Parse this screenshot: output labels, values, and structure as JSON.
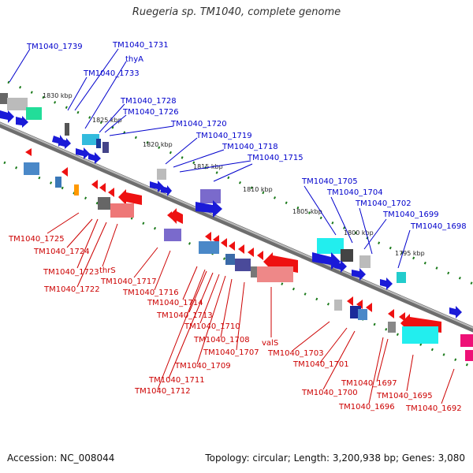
{
  "title": "Ruegeria sp. TM1040, complete genome",
  "accession": "Accession: NC_008044",
  "summary": "Topology: circular; Length: 3,200,938 bp; Genes: 3,080",
  "colors": {
    "top_labels": "#0000cc",
    "bottom_labels": "#cc0000",
    "backbone": "#888888",
    "ticks": "#1a7a1a"
  },
  "scale_labels": [
    "1830 kbp",
    "1825 kbp",
    "1820 kbp",
    "1815 kbp",
    "1810 kbp",
    "1805 kbp",
    "1800 kbp",
    "1795 kbp"
  ],
  "top_labels": [
    "TM1040_1739",
    "TM1040_1731",
    "thyA",
    "TM1040_1733",
    "TM1040_1728",
    "TM1040_1726",
    "TM1040_1720",
    "TM1040_1719",
    "TM1040_1718",
    "TM1040_1715",
    "TM1040_1705",
    "TM1040_1704",
    "TM1040_1702",
    "TM1040_1699",
    "TM1040_1698"
  ],
  "bottom_labels": [
    "TM1040_1725",
    "TM1040_1724",
    "TM1040_1723",
    "thrS",
    "TM1040_1722",
    "TM1040_1717",
    "TM1040_1716",
    "TM1040_1714",
    "TM1040_1713",
    "TM1040_1710",
    "TM1040_1708",
    "TM1040_1707",
    "TM1040_1709",
    "TM1040_1711",
    "TM1040_1712",
    "valS",
    "TM1040_1703",
    "TM1040_1701",
    "TM1040_1700",
    "TM1040_1697",
    "TM1040_1696",
    "TM1040_1695",
    "TM1040_1692"
  ]
}
